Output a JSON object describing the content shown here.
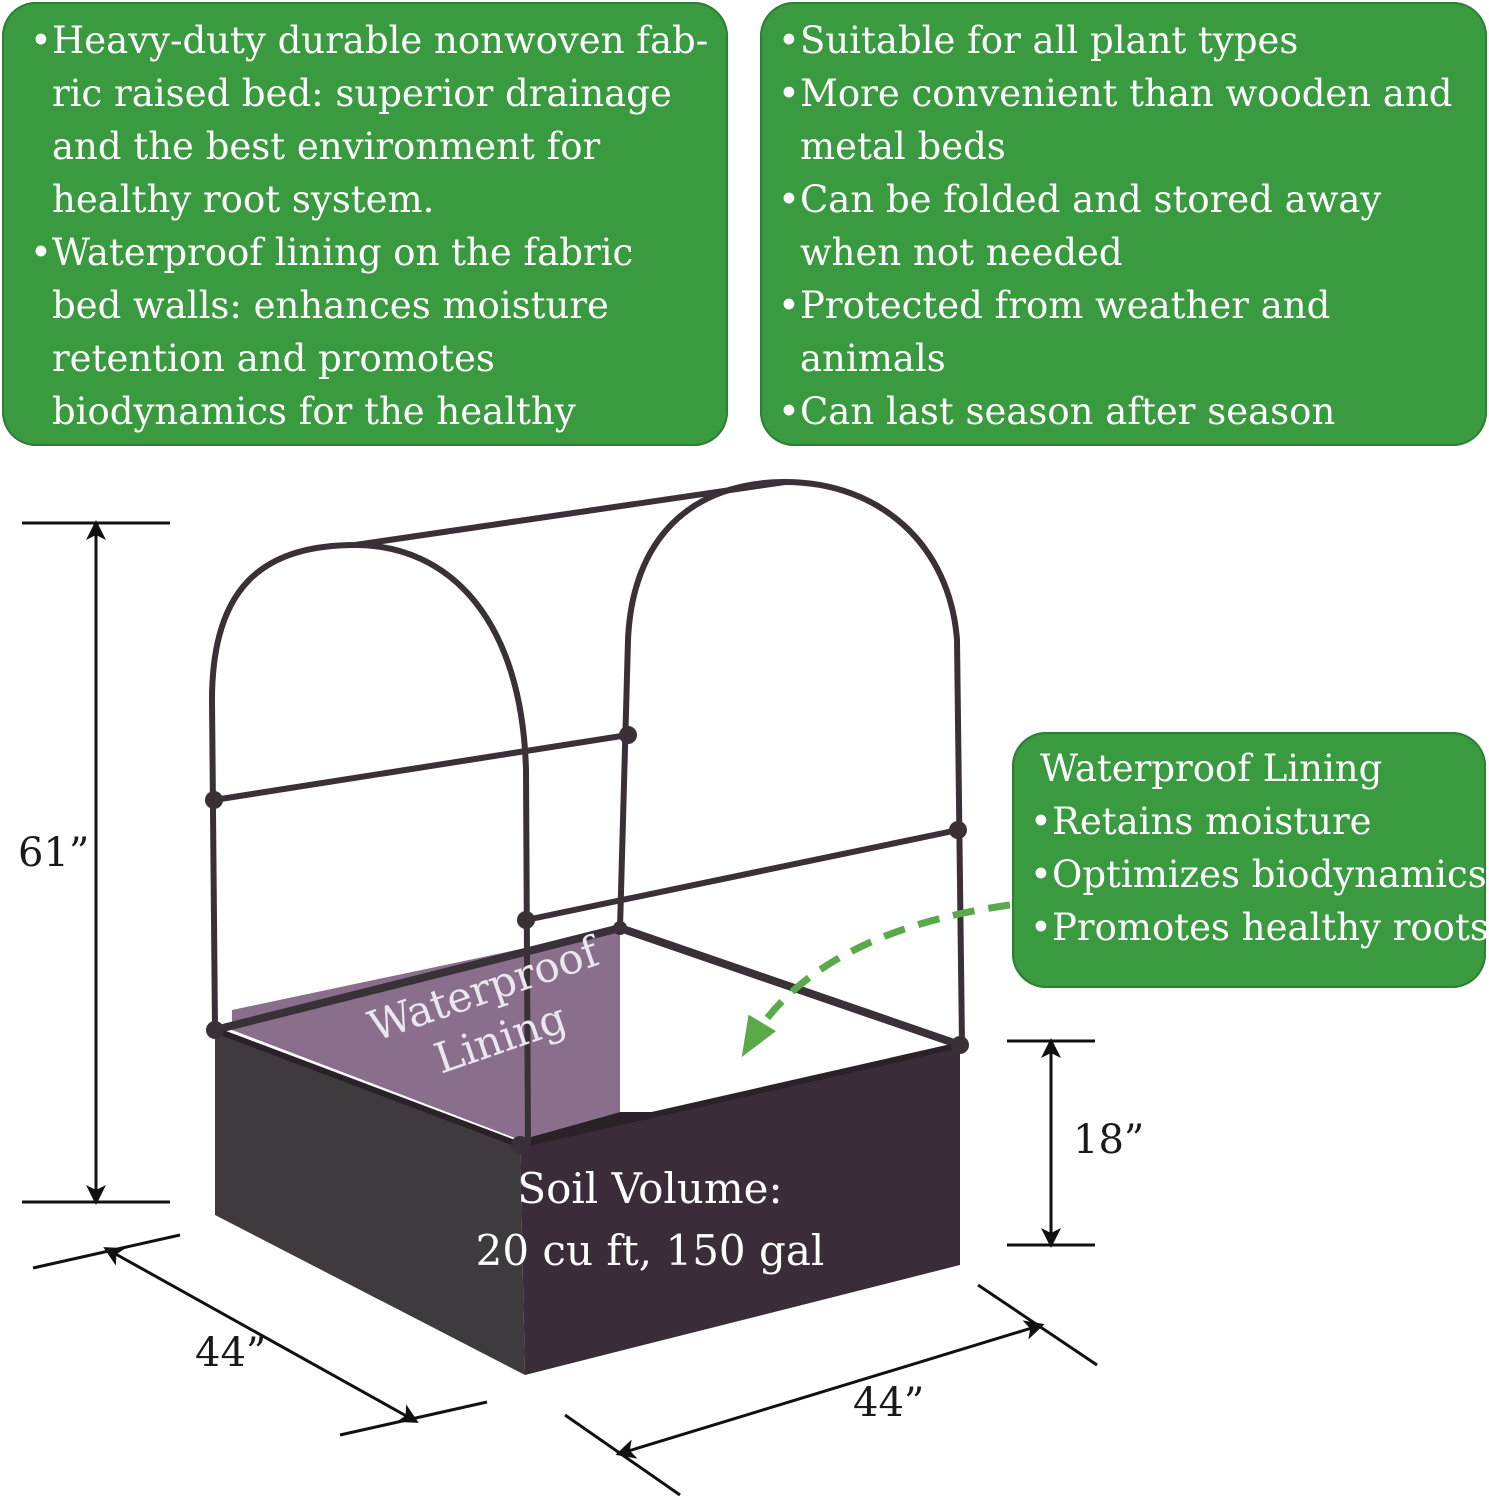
{
  "features_left": {
    "items": [
      "Heavy-duty durable nonwoven fab-ric raised bed: superior drainage and the best environment for healthy root system.",
      "Waterproof lining on the fabric bed walls: enhances moisture retention and promotes biodynamics for the healthy plants."
    ]
  },
  "features_right": {
    "items": [
      "Suitable for all plant types",
      "More convenient than wooden and metal beds",
      "Can be folded and stored away when not needed",
      "Protected from weather and animals",
      "Can last season after season"
    ]
  },
  "lining_callout": {
    "heading": "Waterproof Lining",
    "items": [
      "Retains moisture",
      "Optimizes biodynamics",
      "Promotes healthy roots"
    ]
  },
  "product_diagram": {
    "wall_label_line1": "Waterproof",
    "wall_label_line2": "Lining",
    "soil_label_line1": "Soil Volume:",
    "soil_label_line2": "20 cu ft, 150 gal"
  },
  "dimensions": {
    "height": "61”",
    "bed_height": "18”",
    "depth": "44”",
    "width": "44”"
  },
  "colors": {
    "callout_green": "#3a9a3f",
    "bed_fabric": "#3b2c3a",
    "lining_purple": "#8a6f8d",
    "frame": "#3a3038",
    "arrow_green": "#5aaa4a"
  }
}
